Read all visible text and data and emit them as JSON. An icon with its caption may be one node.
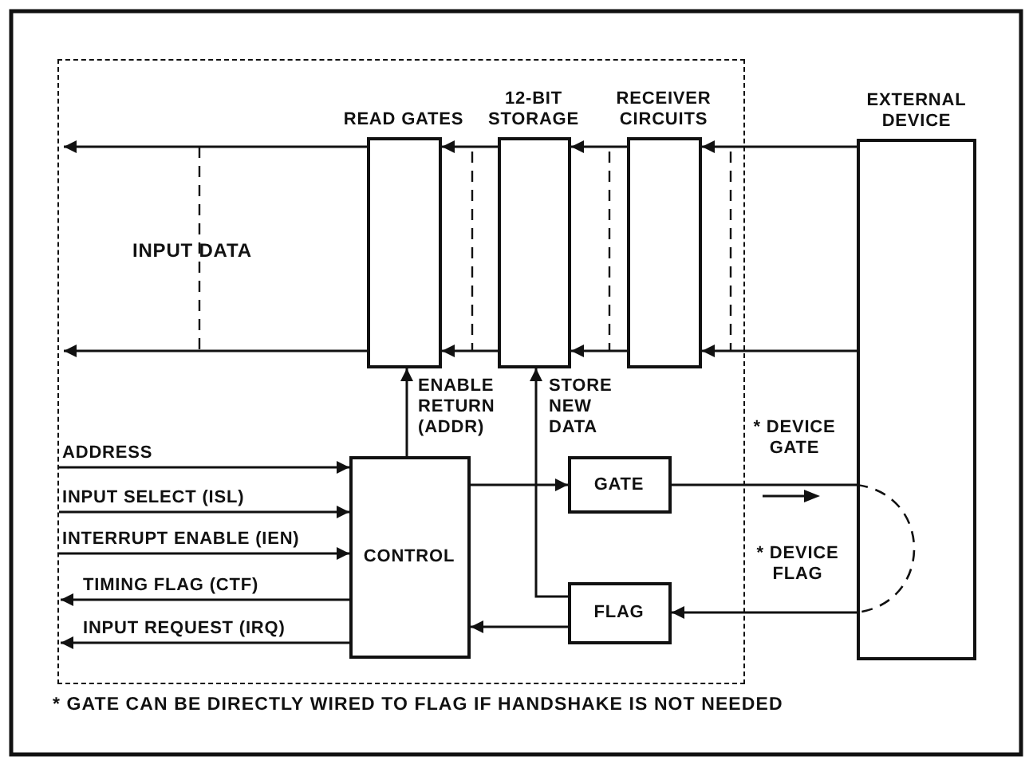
{
  "diagram": {
    "nodes": [
      {
        "text": [],
        "shape": "box"
      },
      {
        "text": [
          "READ GATES"
        ],
        "in": 0
      },
      {
        "text": [
          "12-BIT STORAGE"
        ],
        "in": 0
      },
      {
        "text": [
          "RECEIVER CIRCUITS"
        ],
        "in": 0
      },
      {
        "text": [
          "EXTERNAL DEVICE"
        ]
      },
      {
        "text": [
          "CONTROL"
        ],
        "in": 0
      },
      {
        "text": [
          "GATE"
        ],
        "in": 0
      },
      {
        "text": [
          "FLAG"
        ],
        "in": 0
      }
    ],
    "edges": [
      {
        "from": 2,
        "to": 1,
        "arrow": "to"
      },
      {
        "from": 2,
        "to": 1,
        "arrow": "to"
      },
      {
        "from": 3,
        "to": 2,
        "arrow": "to"
      },
      {
        "from": 3,
        "to": 2,
        "arrow": "to"
      },
      {
        "from": 4,
        "to": 3,
        "arrow": "to"
      },
      {
        "from": 4,
        "to": 3,
        "arrow": "to"
      },
      {
        "from": 1,
        "to": null,
        "arrow": "to"
      },
      {
        "from": 1,
        "to": null,
        "arrow": "to"
      },
      {
        "from": 5,
        "to": 1,
        "arrow": "to",
        "label": "ENABLE RETURN (ADDR)"
      },
      {
        "from": 7,
        "to": 2,
        "arrow": "to",
        "label": "STORE NEW DATA"
      },
      {
        "from": 5,
        "to": 6,
        "arrow": "to"
      },
      {
        "from": 6,
        "to": 4,
        "arrow": "none",
        "label": "* DEVICE GATE"
      },
      {
        "from": 4,
        "to": 7,
        "arrow": "to",
        "label": "* DEVICE FLAG"
      },
      {
        "from": 7,
        "to": 5,
        "arrow": "to"
      },
      {
        "from": null,
        "to": 5,
        "arrow": "to",
        "label": "ADDRESS"
      },
      {
        "from": null,
        "to": 5,
        "arrow": "to",
        "label": "INPUT SELECT (ISL)"
      },
      {
        "from": null,
        "to": 5,
        "arrow": "to",
        "label": "INTERRUPT ENABLE (IEN)"
      },
      {
        "from": 5,
        "to": null,
        "arrow": "to",
        "label": "TIMING FLAG (CTF)"
      },
      {
        "from": 5,
        "to": null,
        "arrow": "to",
        "label": "INPUT REQUEST (IRQ)"
      }
    ],
    "labels": [
      "INPUT DATA",
      "* GATE CAN BE DIRECTLY WIRED TO FLAG IF HANDSHAKE IS NOT NEEDED"
    ]
  }
}
